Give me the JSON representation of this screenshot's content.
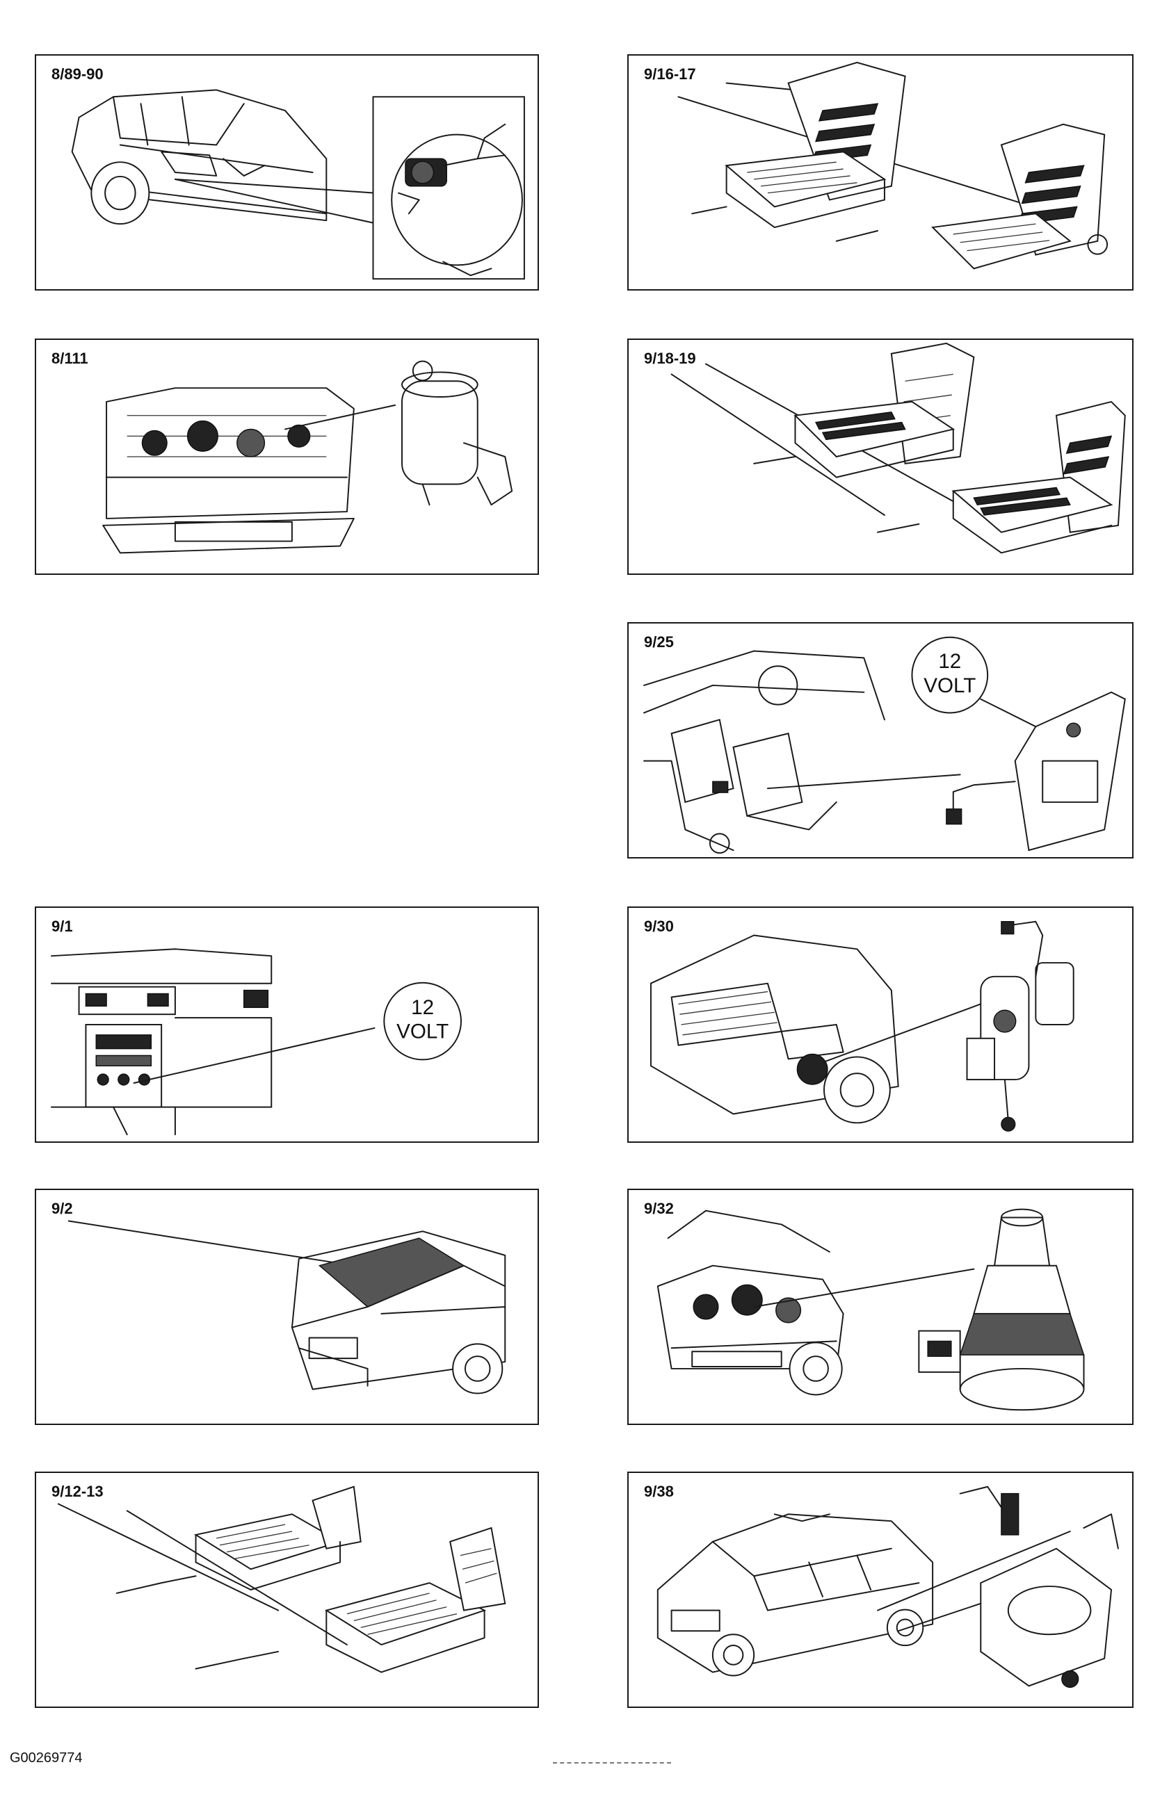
{
  "panels": {
    "p_8_89_90": {
      "label": "8/89-90"
    },
    "p_8_111": {
      "label": "8/111"
    },
    "p_9_1": {
      "label": "9/1",
      "callout_line1": "12",
      "callout_line2": "VOLT"
    },
    "p_9_2": {
      "label": "9/2"
    },
    "p_9_12_13": {
      "label": "9/12-13"
    },
    "p_9_16_17": {
      "label": "9/16-17"
    },
    "p_9_18_19": {
      "label": "9/18-19"
    },
    "p_9_25": {
      "label": "9/25",
      "callout_line1": "12",
      "callout_line2": "VOLT"
    },
    "p_9_30": {
      "label": "9/30"
    },
    "p_9_32": {
      "label": "9/32"
    },
    "p_9_38": {
      "label": "9/38"
    }
  },
  "footer": {
    "document_id": "G00269774"
  }
}
